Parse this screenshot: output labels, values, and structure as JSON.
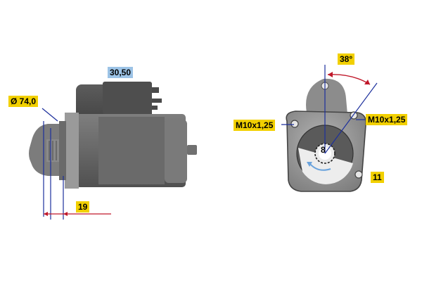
{
  "labels": {
    "diameter": "Ø 74,0",
    "terminal": "30,50",
    "flange_depth": "19",
    "angle": "38°",
    "thread_left": "M10x1,25",
    "thread_right": "M10x1,25",
    "teeth": "8",
    "holes": "11"
  },
  "colors": {
    "body": "#6f6f6f",
    "body_dark": "#565656",
    "body_light": "#8a8a8a",
    "flange": "#9a9a9a",
    "dimension_blue": "#1c2f9c",
    "dimension_red": "#c0182a",
    "tag_yellow": "#f2d000",
    "tag_blue": "#9cc3e6"
  }
}
